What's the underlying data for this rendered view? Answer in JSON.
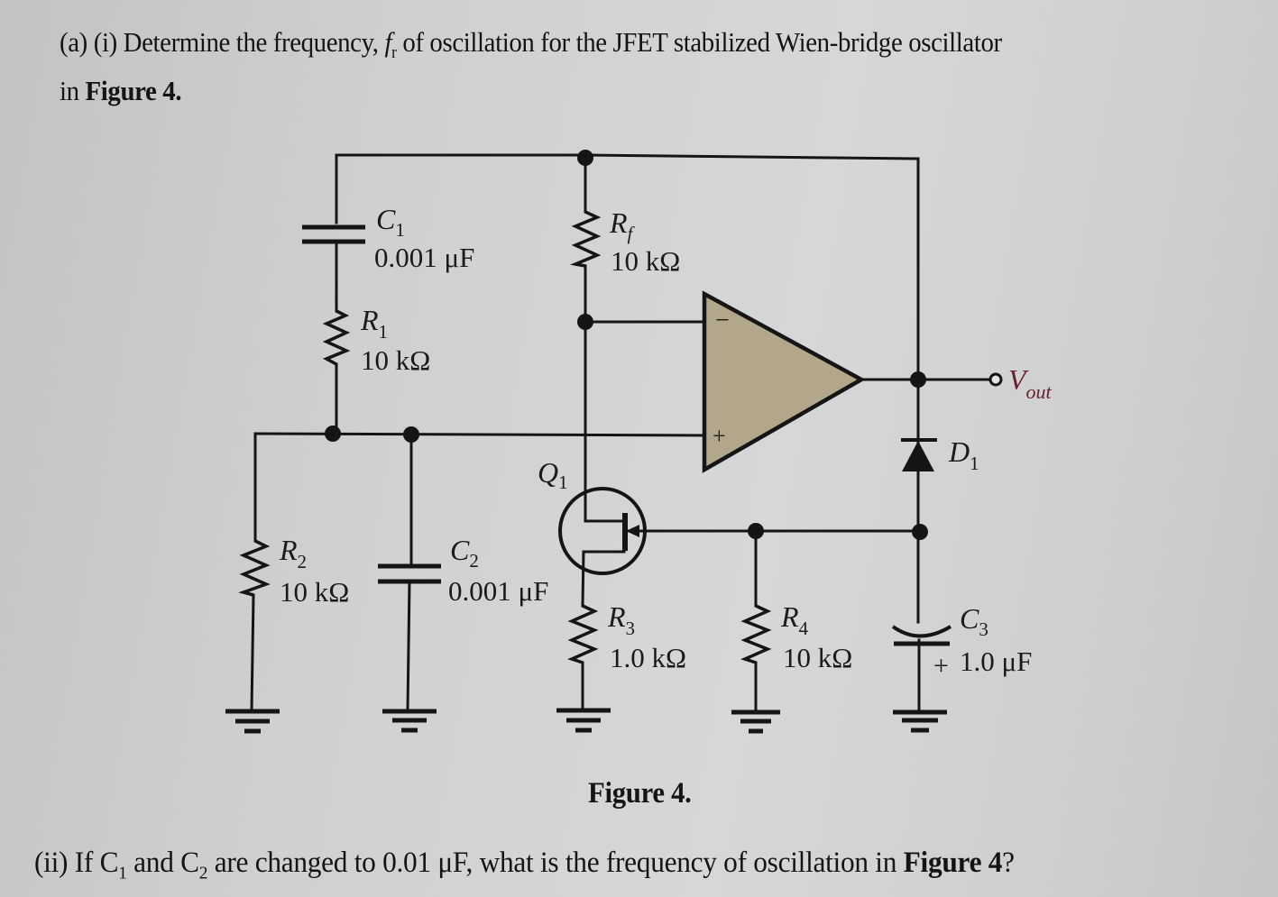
{
  "question": {
    "part_a_i_prefix": "(a) (i) Determine the frequency, ",
    "fr_symbol": "f",
    "fr_subscript": "r",
    "part_a_i_suffix": " of oscillation for the JFET stabilized Wien-bridge oscillator",
    "line2_prefix": "in ",
    "line2_bold": "Figure 4",
    "line2_suffix": "."
  },
  "figure": {
    "caption": "Figure 4.",
    "opamp": {
      "inverting_sign": "−",
      "noninverting_sign": "+",
      "fill_color": "#b2a78a"
    },
    "output_label": {
      "symbol": "V",
      "subscript": "out",
      "color": "#6b2030"
    },
    "components": {
      "C1": {
        "symbol": "C",
        "index": "1",
        "value": "0.001 μF"
      },
      "R1": {
        "symbol": "R",
        "index": "1",
        "value": "10 kΩ"
      },
      "Rf": {
        "symbol": "R",
        "index": "f",
        "value": "10 kΩ"
      },
      "R2": {
        "symbol": "R",
        "index": "2",
        "value": "10 kΩ"
      },
      "C2": {
        "symbol": "C",
        "index": "2",
        "value": "0.001 μF"
      },
      "Q1": {
        "symbol": "Q",
        "index": "1"
      },
      "R3": {
        "symbol": "R",
        "index": "3",
        "value": "1.0 kΩ"
      },
      "R4": {
        "symbol": "R",
        "index": "4",
        "value": "10 kΩ"
      },
      "D1": {
        "symbol": "D",
        "index": "1"
      },
      "C3": {
        "symbol": "C",
        "index": "3",
        "value": "1.0 μF",
        "polarity": "+"
      }
    }
  },
  "question2": {
    "prefix": "(ii) If C",
    "c1_sub": "1",
    "mid1": " and C",
    "c2_sub": "2",
    "mid2": " are changed to 0.01 μF, what is the frequency of oscillation in ",
    "bold": "Figure 4",
    "suffix": "?"
  }
}
